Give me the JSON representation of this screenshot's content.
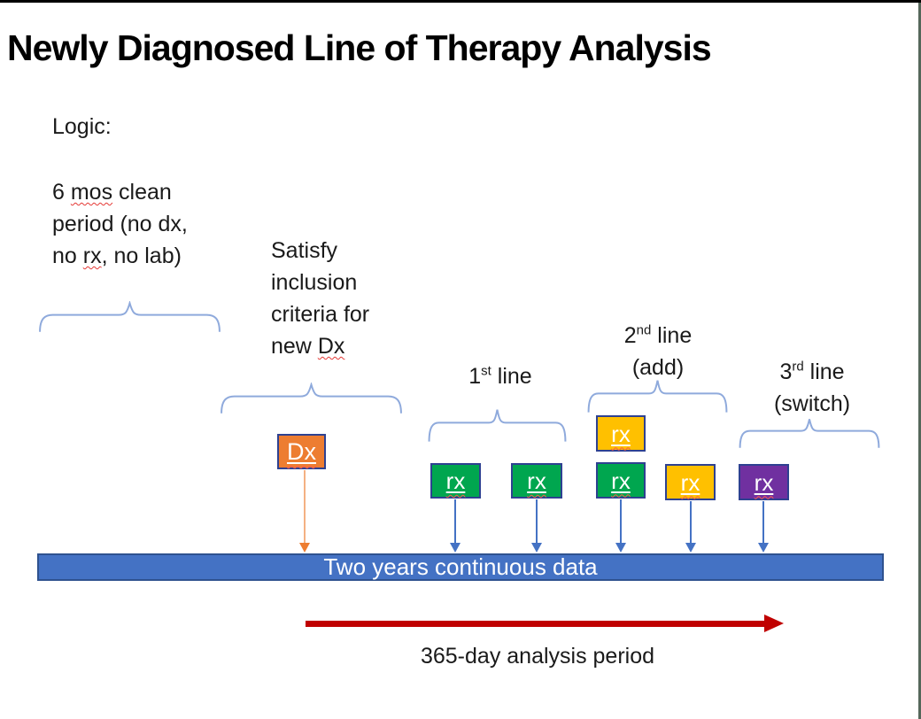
{
  "title": "Newly Diagnosed Line of Therapy Analysis",
  "colors": {
    "dx_orange": "#ED7D31",
    "rx_green": "#00A64F",
    "rx_yellow": "#FFC000",
    "rx_purple": "#7030A0",
    "box_border": "#2E4191",
    "bar_fill": "#4472C4",
    "bar_border": "#2F528F",
    "brace_blue": "#8FAADC",
    "arrow_blue": "#4472C4",
    "arrow_orange": "#ED7D31",
    "orange_line": "#F4B183",
    "red_arrow": "#C00000",
    "squiggle": "#E53935",
    "frame_top": "#000000",
    "frame_right": "#55675A"
  },
  "notes": {
    "logic": "Logic:",
    "clean_l1a": "6 ",
    "clean_l1b": "mos",
    "clean_l1c": " clean",
    "clean_l2": "period (no dx,",
    "clean_l3a": "no ",
    "clean_l3b": "rx",
    "clean_l3c": ", no lab)",
    "satisfy_l1": "Satisfy",
    "satisfy_l2": "inclusion",
    "satisfy_l3": "criteria for",
    "satisfy_l4a": "new ",
    "satisfy_l4b": "Dx"
  },
  "line_labels": {
    "first_num": "1",
    "first_sup": "st",
    "first_rest": " line",
    "second_num": "2",
    "second_sup": "nd",
    "second_rest": " line",
    "second_paren": "(add)",
    "third_num": "3",
    "third_sup": "rd",
    "third_rest": " line",
    "third_paren": "(switch)"
  },
  "boxes": {
    "dx": "Dx",
    "rx": "rx"
  },
  "timeline": {
    "bar_label": "Two years continuous data"
  },
  "analysis": {
    "caption": "365-day analysis period"
  }
}
